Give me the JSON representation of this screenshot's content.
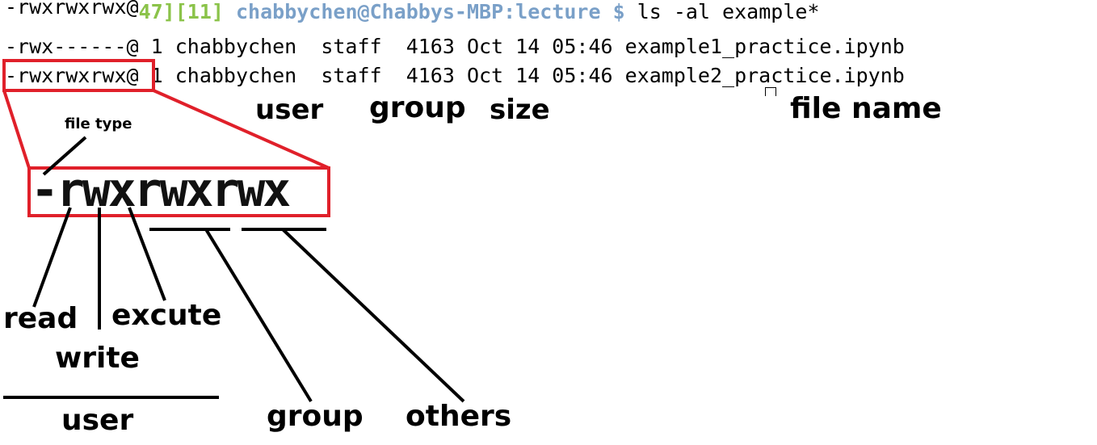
{
  "terminal": {
    "line1": {
      "prefix": "-rwxrwxrwx@",
      "history": "47][11]",
      "prompt": "chabbychen@Chabbys-MBP:lecture $",
      "command": "ls -al example*"
    },
    "line2": "-rwx------@ 1 chabbychen  staff  4163 Oct 14 05:46 example1_practice.ipynb",
    "line3_perm": "-rwxrwxrwx",
    "line3_rest": "@ 1 chabbychen  staff  4163 Oct 14 05:46 example2_practice.ipynb"
  },
  "columns": {
    "user": "user",
    "group": "group",
    "size": "size",
    "file_name": "file name"
  },
  "zoom": {
    "permissions": "-rwxrwxrwx",
    "file_type_label": "file type"
  },
  "bits": {
    "read": "read",
    "write": "write",
    "execute": "excute"
  },
  "classes": {
    "user": "user",
    "group": "group",
    "others": "others"
  },
  "colors": {
    "highlight": "#e0202a",
    "history": "#8bc34a",
    "prompt": "#7aa0c8"
  }
}
